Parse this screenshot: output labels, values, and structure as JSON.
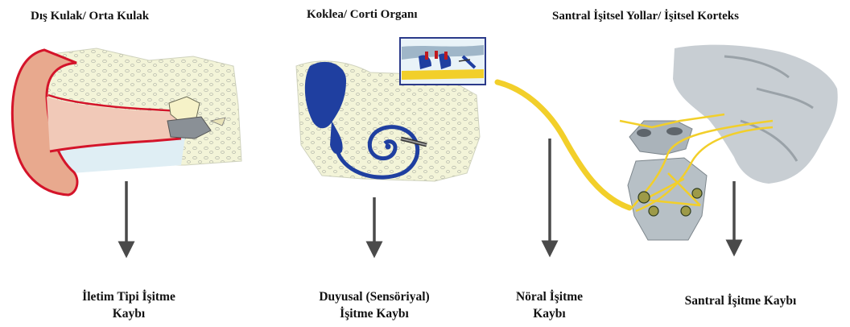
{
  "headings": {
    "outer_middle_ear": "Dış Kulak/ Orta Kulak",
    "cochlea_corti": "Koklea/ Corti Organı",
    "central_auditory": "Santral İşitsel Yollar/ İşitsel Korteks"
  },
  "outcomes": {
    "conductive": [
      "İletim Tipi İşitme",
      "Kaybı"
    ],
    "sensorineural": [
      "Duyusal (Sensöriyal)",
      "İşitme Kaybı"
    ],
    "neural": [
      "Nöral İşitme",
      "Kaybı"
    ],
    "central": [
      "Santral İşitme Kaybı"
    ]
  },
  "colors": {
    "arrow": "#4a4a4a",
    "ear_skin": "#e8a98e",
    "ear_red": "#d4142a",
    "bone_fill": "#f3f4d8",
    "cochlea_blue": "#1f3fa0",
    "nerve_yellow": "#f2cf2a",
    "brain_gray": "#bfc6cc"
  }
}
